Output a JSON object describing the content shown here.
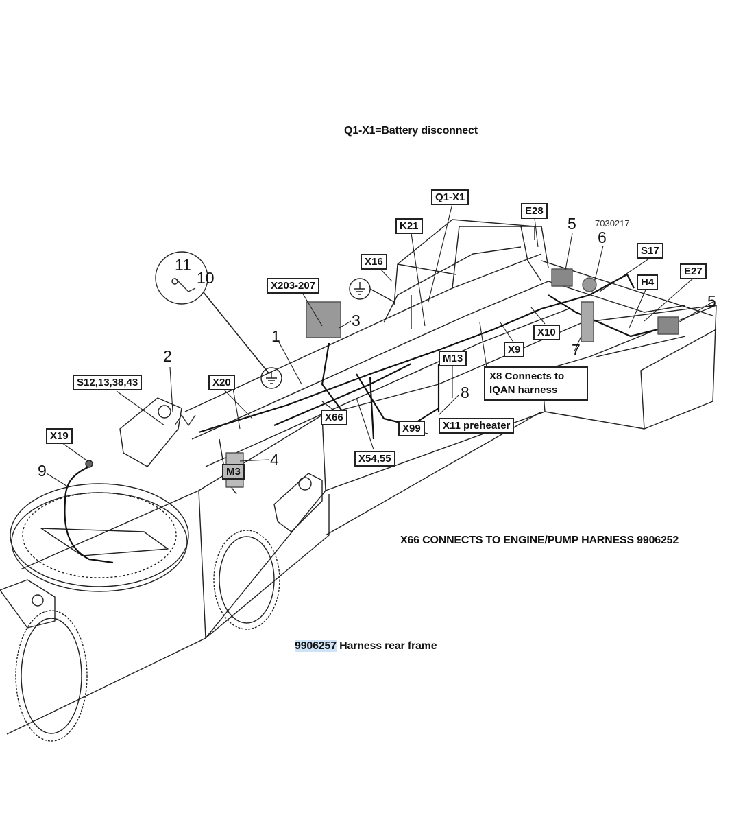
{
  "captions": {
    "top": "Q1-X1=Battery disconnect",
    "x66": "X66 CONNECTS TO ENGINE/PUMP HARNESS 9906252",
    "harness_number": "9906257",
    "harness_name": "Harness rear frame"
  },
  "drawing_number": "7030217",
  "connector_labels": {
    "q1x1": "Q1-X1",
    "e28": "E28",
    "k21": "K21",
    "s17": "S17",
    "x16": "X16",
    "h4": "H4",
    "e27": "E27",
    "x203": "X203-207",
    "x10": "X10",
    "x9": "X9",
    "m13": "M13",
    "x8": "X8 Connects to IQAN harness",
    "s12": "S12,13,38,43",
    "x20": "X20",
    "x66": "X66",
    "x99": "X99",
    "x11": "X11 preheater",
    "x19": "X19",
    "m3": "M3",
    "x54": "X54,55"
  },
  "callouts": {
    "n1": "1",
    "n2": "2",
    "n3": "3",
    "n4": "4",
    "n5a": "5",
    "n5b": "5",
    "n6": "6",
    "n7": "7",
    "n8": "8",
    "n9": "9",
    "n10": "10",
    "n11": "11"
  }
}
